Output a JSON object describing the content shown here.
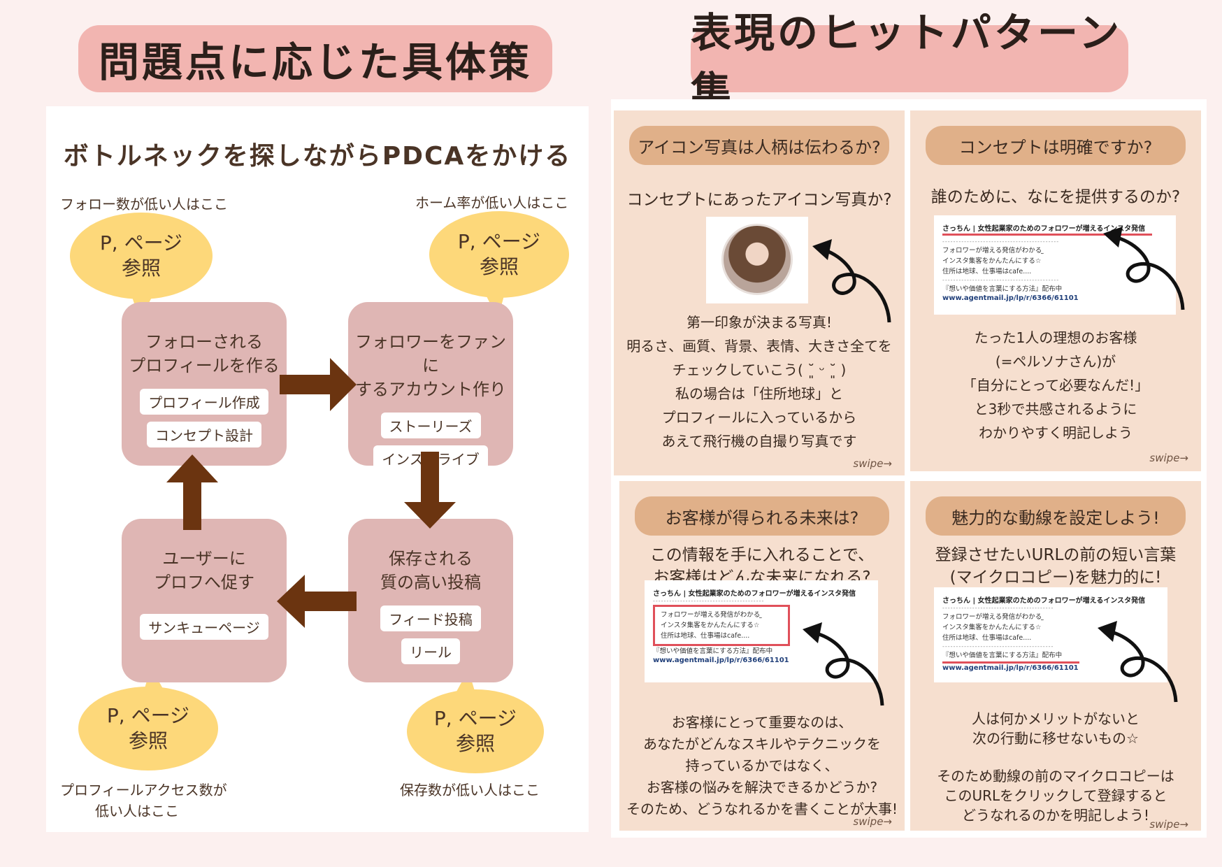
{
  "titles": {
    "left": "問題点に応じた具体策",
    "right": "表現のヒットパターン集"
  },
  "diagram": {
    "heading": "ボトルネックを探しながらPDCAをかける",
    "notes": {
      "top_left": "フォロー数が低い人はここ",
      "top_right": "ホーム率が低い人はここ",
      "bottom_left_1": "プロフィールアクセス数が",
      "bottom_left_2": "低い人はここ",
      "bottom_right": "保存数が低い人はここ"
    },
    "bubble": {
      "line1": "P, ページ",
      "line2": "参照"
    },
    "boxes": {
      "top_left": {
        "title": "フォローされる\nプロフィールを作る",
        "tags": [
          "プロフィール作成",
          "コンセプト設計"
        ]
      },
      "top_right": {
        "title": "フォロワーをファンに\nするアカウント作り",
        "tags": [
          "ストーリーズ",
          "インスタライブ"
        ]
      },
      "bottom_right": {
        "title": "保存される\n質の高い投稿",
        "tags": [
          "フィード投稿",
          "リール"
        ]
      },
      "bottom_left": {
        "title": "ユーザーに\nプロフへ促す",
        "tags": [
          "サンキューページ"
        ]
      }
    },
    "colors": {
      "box": "#dfb6b4",
      "arrow": "#6b3410",
      "bubble": "#fdd87a"
    }
  },
  "cards": [
    {
      "header": "アイコン写真は人柄は伝わるか?",
      "question": "コンセプトにあったアイコン写真か?",
      "body": [
        "第一印象が決まる写真!",
        "明るさ、画質、背景、表情、大きさ全てを",
        "チェックしていこう( ˘͈ ᵕ ˘͈ )",
        "私の場合は「住所地球」と",
        "プロフィールに入っているから",
        "あえて飛行機の自撮り写真です"
      ],
      "swipe": "swipe→"
    },
    {
      "header": "コンセプトは明確ですか?",
      "question": "誰のために、なにを提供するのか?",
      "body": [
        "たった1人の理想のお客様",
        "(=ペルソナさん)が",
        "「自分にとって必要なんだ!」",
        "と3秒で共感されるように",
        "わかりやすく明記しよう"
      ],
      "swipe": "swipe→"
    },
    {
      "header": "お客様が得られる未来は?",
      "question": "この情報を手に入れることで、\nお客様はどんな未来になれる?",
      "body": [
        "お客様にとって重要なのは、",
        "あなたがどんなスキルやテクニックを",
        "持っているかではなく、",
        "お客様の悩みを解決できるかどうか?",
        "そのため、どうなれるかを書くことが大事!"
      ],
      "swipe": "swipe→"
    },
    {
      "header": "魅力的な動線を設定しよう!",
      "question": "登録させたいURLの前の短い言葉\n(マイクロコピー)を魅力的に!",
      "body": [
        "人は何かメリットがないと",
        "次の行動に移せないもの☆",
        "",
        "そのため動線の前のマイクロコピーは",
        "このURLをクリックして登録すると",
        "どうなれるのかを明記しよう!"
      ],
      "swipe": "swipe→"
    }
  ],
  "profile": {
    "name": "さっちん | 女性起業家のためのフォロワーが増えるインスタ発信",
    "lines": [
      "フォロワーが増える発信がわかる ̫ ",
      "インスタ集客をかんたんにする☆",
      "住所は地球、仕事場はcafe...."
    ],
    "promo": "『想いや価値を言葉にする方法』配布中",
    "link": "www.agentmail.jp/lp/r/6366/61101"
  }
}
